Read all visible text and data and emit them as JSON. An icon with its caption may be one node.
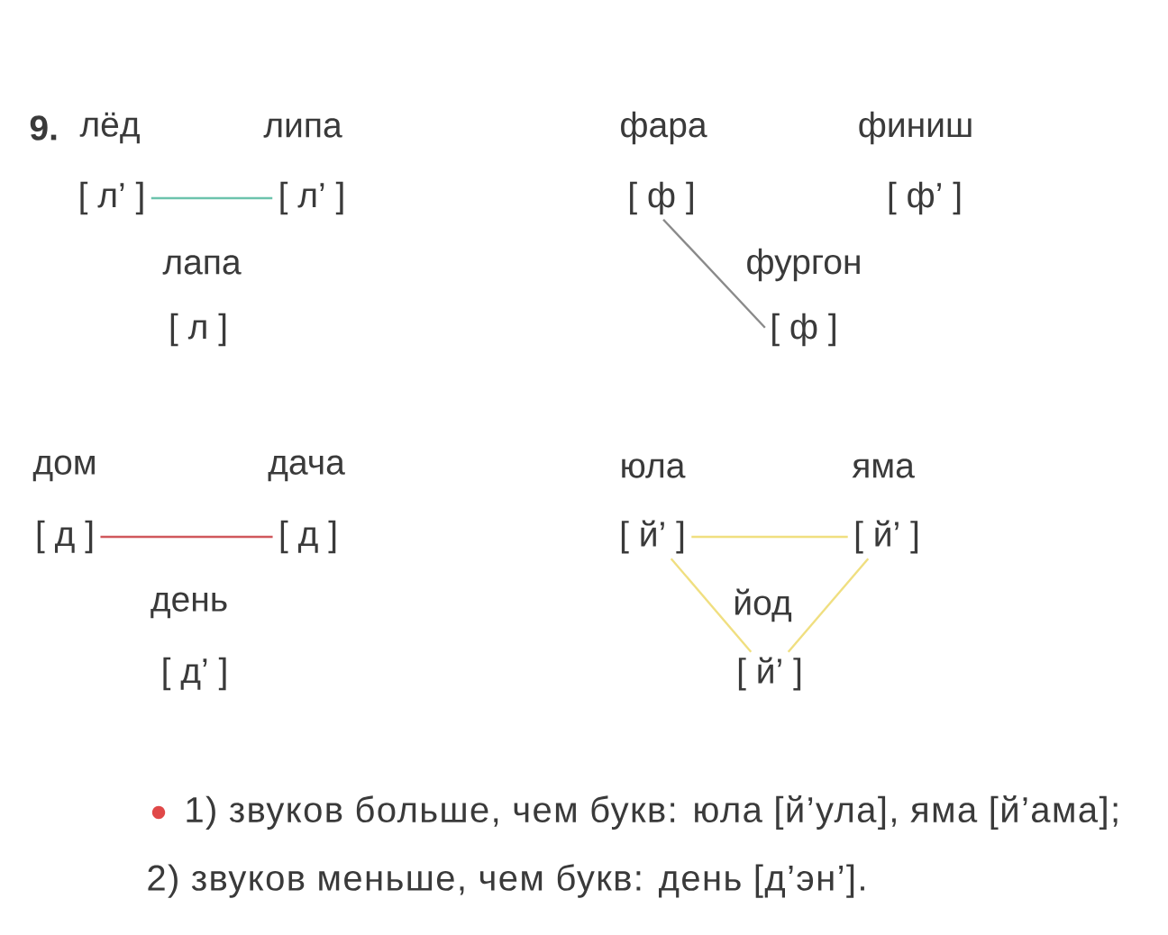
{
  "diagram": {
    "nodes": [
      {
        "text": [
          "[ л’ ]"
        ],
        "beside": [
          "лёд"
        ]
      },
      {
        "text": [
          "[ л’ ]"
        ],
        "beside": [
          "липа"
        ]
      },
      {
        "text": [
          "[ ф ]"
        ],
        "beside": [
          "фара"
        ]
      },
      {
        "text": [
          "[ ф ]"
        ],
        "beside": [
          "фургон"
        ]
      },
      {
        "text": [
          "[ д ]"
        ],
        "beside": [
          "дом"
        ]
      },
      {
        "text": [
          "[ д ]"
        ],
        "beside": [
          "дача"
        ]
      },
      {
        "text": [
          "[ й’ ]"
        ],
        "beside": [
          "юла"
        ]
      },
      {
        "text": [
          "[ й’ ]"
        ],
        "beside": [
          "яма"
        ]
      },
      {
        "text": [
          "[ й’ ]"
        ],
        "beside": [
          "йод"
        ]
      }
    ],
    "edges": [
      {
        "from": 0,
        "to": 1,
        "arrow": "none",
        "color": "#6cc3ad"
      },
      {
        "from": 2,
        "to": 3,
        "arrow": "none",
        "color": "#8a8a8a"
      },
      {
        "from": 4,
        "to": 5,
        "arrow": "none",
        "color": "#d0585c"
      },
      {
        "from": 6,
        "to": 7,
        "arrow": "none",
        "color": "#f0df80"
      },
      {
        "from": 6,
        "to": 8,
        "arrow": "none",
        "color": "#f0df80"
      },
      {
        "from": 7,
        "to": 8,
        "arrow": "none",
        "color": "#f0df80"
      }
    ],
    "labels": [
      "9.",
      "финиш",
      "[ ф’ ]",
      "лапа",
      "[ л ]",
      "день",
      "[ д’ ]",
      "1) звуков больше, чем букв: юла [й’ула], яма [й’ама];",
      "2) звуков меньше, чем букв: день [д’эн’]."
    ]
  }
}
